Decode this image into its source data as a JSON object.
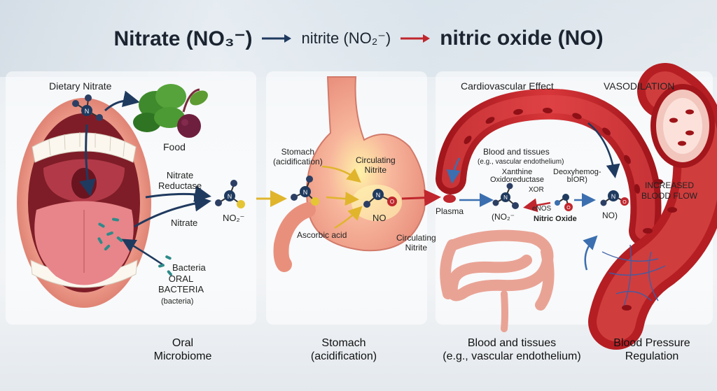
{
  "title": {
    "part1": "Nitrate (NO₃⁻)",
    "part2": "nitrite (NO₂⁻)",
    "part3": "nitric oxide (NO)"
  },
  "colors": {
    "arrow_navy": "#1f3a5f",
    "arrow_red": "#c0262d",
    "arrow_yellow": "#e8c23a",
    "tissue": "#e58b7f",
    "vessel": "#b51e23"
  },
  "oral": {
    "heading": "Dietary Nitrate",
    "food": "Food",
    "nitrate_reductase": "Nitrate\nReductase",
    "nitrate": "Nitrate",
    "no2": "NO₂⁻",
    "bacteria": "Bacteria",
    "oral_bacteria": "ORAL\nBACTERIA",
    "bacteria_paren": "(bacteria)"
  },
  "stomach": {
    "heading": "Stomach\n(acidification)",
    "circulating_nitrite": "Circulating\nNitrite",
    "no": "NO",
    "ascorbic_acid": "Ascorbic acid",
    "circulating_nitrite_2": "Circulating\nNitrite"
  },
  "blood": {
    "heading": "Cardiovascular Effect",
    "tissues": "Blood and tissues",
    "tissues_sub": "(e.g., vascular endothelium)",
    "xanthine": "Xanthine\nOxidoreductase",
    "deoxy": "Deoxyhemog-\nbIOR)",
    "xor": "XOR",
    "plasma": "Plasma",
    "no2_paren": "(NO₂⁻",
    "enos": "eNOS",
    "nitric_oxide": "Nitric Oxide",
    "no_paren": "NO)"
  },
  "vaso": {
    "heading": "VASODILATION",
    "increased_flow": "INCREASED\nBLOOD FLOW"
  },
  "bottom_labels": {
    "oral": "Oral\nMicrobiome",
    "stomach": "Stomach\n(acidification)",
    "blood": "Blood and tissues\n(e.g., vascular endothelium)",
    "bp": "Blood Pressure\nRegulation"
  }
}
